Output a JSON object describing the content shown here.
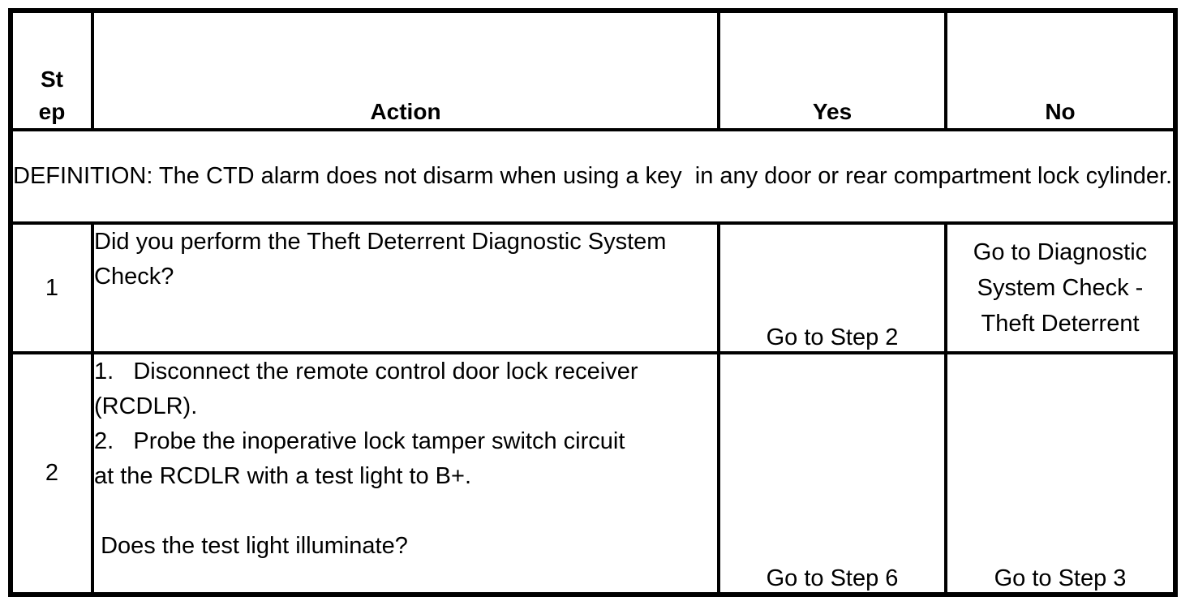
{
  "colors": {
    "border": "#000000",
    "background": "#ffffff",
    "text": "#000000"
  },
  "table": {
    "header": {
      "step_line1": "St",
      "step_line2": "ep",
      "action": "Action",
      "yes": "Yes",
      "no": "No"
    },
    "definition": "DEFINITION: The CTD alarm does not disarm when using a key  in any door or rear compartment lock cylinder.",
    "rows": [
      {
        "step": "1",
        "action_lines": [
          "Did you perform the Theft Deterrent Diagnostic System",
          "Check?"
        ],
        "yes": "Go to Step 2",
        "no_lines": [
          "Go to Diagnostic",
          "System Check -",
          "Theft Deterrent"
        ]
      },
      {
        "step": "2",
        "action_lines": [
          "1.   Disconnect the remote control door lock receiver",
          "(RCDLR).",
          "2.   Probe the inoperative lock tamper switch circuit",
          "at the RCDLR with a test light to B+.",
          "",
          " Does the test light illuminate?"
        ],
        "yes": "Go to Step 6",
        "no": "Go to Step 3"
      }
    ]
  }
}
